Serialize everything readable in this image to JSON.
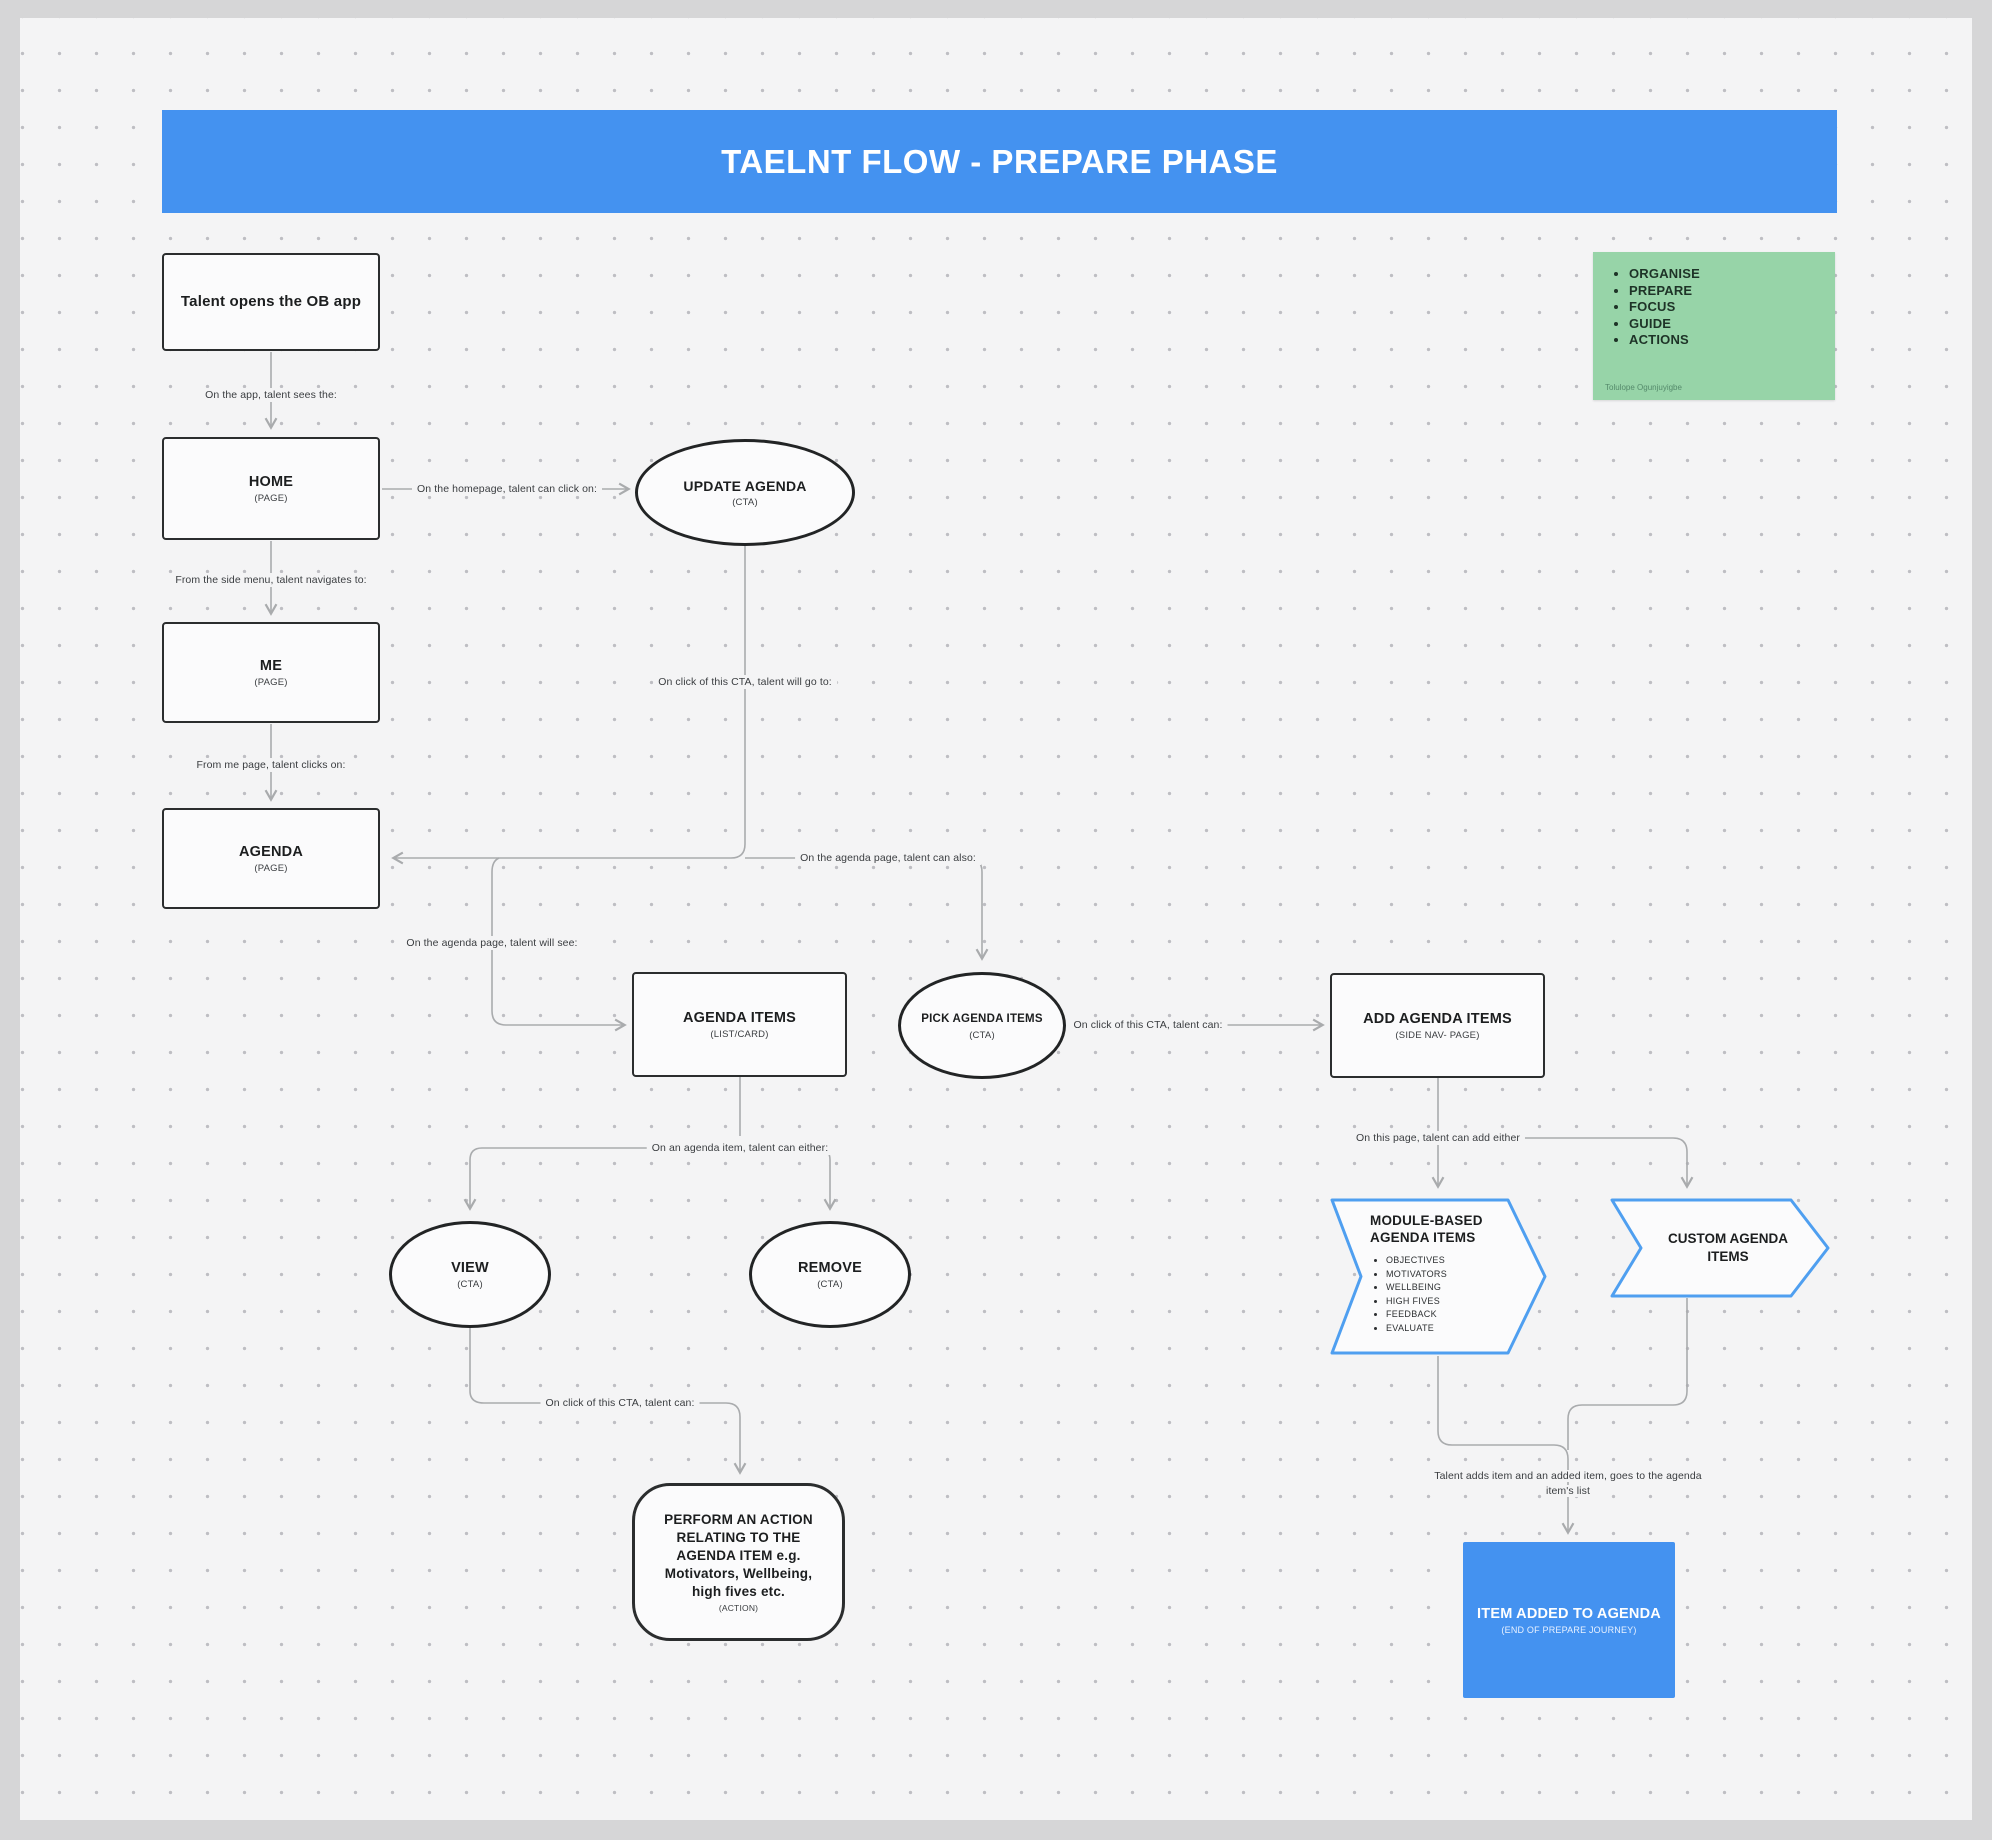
{
  "board": {
    "title": "TAELNT FLOW - PREPARE PHASE"
  },
  "sticky_note": {
    "items": [
      "ORGANISE",
      "PREPARE",
      "FOCUS",
      "GUIDE",
      "ACTIONS"
    ],
    "author": "Tolulope Ogunjuyigbe"
  },
  "nodes": {
    "start": {
      "label": "Talent opens the OB app"
    },
    "home": {
      "label": "HOME",
      "type": "(PAGE)"
    },
    "me": {
      "label": "ME",
      "type": "(PAGE)"
    },
    "agenda": {
      "label": "AGENDA",
      "type": "(PAGE)"
    },
    "update_agenda": {
      "label": "UPDATE AGENDA",
      "type": "(CTA)"
    },
    "agenda_items": {
      "label": "AGENDA ITEMS",
      "type": "(LIST/CARD)"
    },
    "pick_agenda_items": {
      "label": "PICK AGENDA ITEMS",
      "type": "(CTA)"
    },
    "add_agenda_items": {
      "label": "ADD AGENDA ITEMS",
      "type": "(SIDE NAV- PAGE)"
    },
    "view": {
      "label": "VIEW",
      "type": "(CTA)"
    },
    "remove": {
      "label": "REMOVE",
      "type": "(CTA)"
    },
    "module_based": {
      "title_line1": "MODULE-BASED",
      "title_line2": "AGENDA ITEMS",
      "items": [
        "OBJECTIVES",
        "MOTIVATORS",
        "WELLBEING",
        "HIGH FIVES",
        "FEEDBACK",
        "EVALUATE"
      ]
    },
    "custom": {
      "label": "CUSTOM AGENDA ITEMS"
    },
    "perform": {
      "label": "PERFORM AN ACTION RELATING TO THE AGENDA ITEM e.g. Motivators, Wellbeing, high fives etc.",
      "type": "(ACTION)"
    },
    "end": {
      "label": "ITEM ADDED TO AGENDA",
      "type": "(END OF PREPARE JOURNEY)"
    }
  },
  "edge_labels": {
    "app_sees": "On the app, talent sees the:",
    "homepage_click": "On the homepage, talent can click on:",
    "side_menu": "From the side menu, talent navigates to:",
    "me_page": "From me page, talent clicks on:",
    "cta_go_to": "On click of this CTA, talent will go to:",
    "agenda_also": "On the agenda page, talent can also:",
    "agenda_see": "On the agenda page, talent will see:",
    "item_either": "On an agenda item, talent can either:",
    "pick_cta_can": "On click of this CTA, talent can:",
    "add_either": "On this page, talent can add either",
    "view_cta_can": "On click of this CTA, talent can:",
    "adds_item_line1": "Talent adds item and an added item, goes to the agenda",
    "adds_item_line2": "item's list"
  },
  "colors": {
    "banner_blue": "#4492f0",
    "end_node_blue": "#4492f0",
    "chevron_border_blue": "#4f9ff0",
    "sticky_green": "#97d4a8",
    "node_border": "#2b2d2e",
    "connector_gray": "#a9abad",
    "canvas_bg": "#f4f4f5"
  }
}
